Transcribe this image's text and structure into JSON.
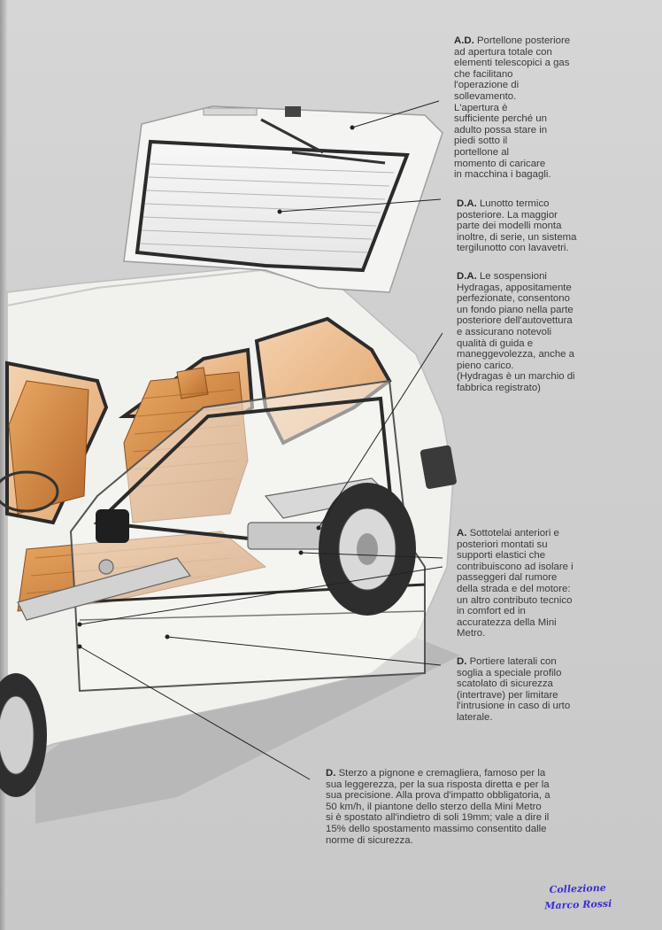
{
  "callouts": [
    {
      "code": "A.D.",
      "text": " Portellone posteriore\nad apertura totale con\nelementi telescopici a gas\n        che facilitano\n        l'operazione di\n        sollevamento.\n        L'apertura è\n        sufficiente perché un\n        adulto possa stare in\n        piedi sotto il\n        portellone al\n        momento di caricare\n        in macchina i bagagli."
    },
    {
      "code": "D.A.",
      "text": " Lunotto termico\nposteriore. La maggior\nparte dei modelli monta\ninoltre, di serie, un sistema\ntergilunotto con lavavetri."
    },
    {
      "code": "D.A.",
      "text": " Le sospensioni\nHydragas, appositamente\nperfezionate, consentono\nun fondo piano nella parte\nposteriore dell'autovettura\ne assicurano notevoli\nqualità di guida e\nmaneggevolezza, anche a\npieno carico.\n(Hydragas è un marchio di\nfabbrica registrato)"
    },
    {
      "code": "A.",
      "text": " Sottotelai anteriori e\nposteriori montati su\nsupporti elastici che\ncontribuiscono ad isolare i\npasseggeri dal rumore\ndella strada e del motore:\nun altro contributo tecnico\nin comfort ed in\naccuratezza della Mini\nMetro."
    },
    {
      "code": "D.",
      "text": " Portiere laterali con\nsoglia a speciale profilo\nscatolato di sicurezza\n(intertrave) per limitare\nl'intrusione in caso di urto\nlaterale."
    },
    {
      "code": "D.",
      "text": " Sterzo a pignone e cremagliera, famoso per la\nsua leggerezza, per la sua risposta diretta e per la\nsua precisione. Alla prova d'impatto obbligatoria, a\n50 km/h, il piantone dello sterzo della Mini Metro\nsi è spostato all'indietro di soli 19mm; vale a dire il\n15% dello spostamento massimo consentito dalle\nnorme di sicurezza."
    }
  ],
  "watermark": {
    "line1": "Collezione",
    "line2": "Marco Rossi"
  },
  "colors": {
    "page": "#cfcfcf",
    "body": "#f2f2f0",
    "seat": "#d98b45",
    "watermark": "#3a2fd0"
  }
}
